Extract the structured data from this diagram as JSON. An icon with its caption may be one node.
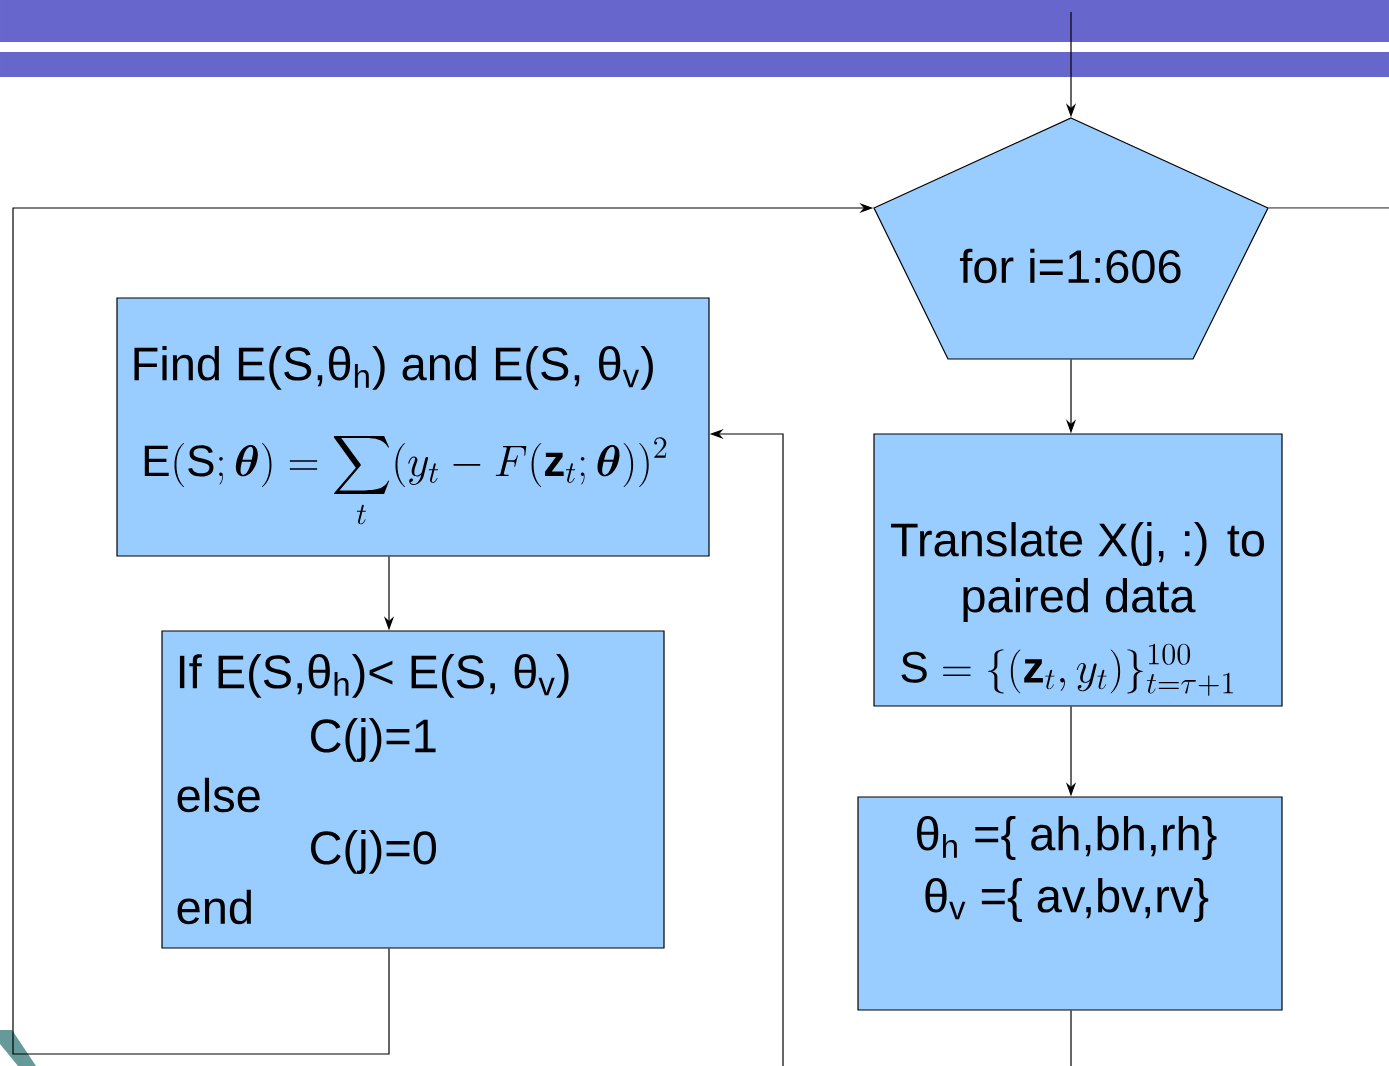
{
  "diagram": {
    "nodes": [
      {
        "text": [
          "for i=1:606"
        ]
      },
      {
        "text": [
          "Find  E(S,θ$_{h}$) and E(S, θ$_{v}$)",
          "\\mathrm{E}(\\mathrm{S};\\boldsymbol{\\theta}) = \\sum_t (y_t - F(\\mathbf{z}_t;\\boldsymbol{\\theta}))^2"
        ]
      },
      {
        "text": [
          "If E(S,θ$_{h}$)< E(S, θ$_{v}$)",
          "C(j)=1",
          "else",
          "C(j)=0",
          "end"
        ]
      },
      {
        "text": [
          "Translate X(j, :) to paired data",
          "\\mathrm{S} = \\{(\\mathbf{z}_t, y_t)\\}_{t=\\tau+1}^{100}"
        ]
      },
      {
        "text": [
          "θ$_{h}$ ={ ah,bh,rh}",
          "θ$_{v}$ ={ av,bv,rv}"
        ]
      }
    ],
    "edges": [
      {
        "from": null,
        "to": 0,
        "arrow": "to"
      },
      {
        "from": 0,
        "to": 3,
        "arrow": "to"
      },
      {
        "from": 3,
        "to": 4,
        "arrow": "to"
      },
      {
        "from": 4,
        "to": null,
        "arrow": "none"
      },
      {
        "from": null,
        "to": 1,
        "arrow": "to"
      },
      {
        "from": 1,
        "to": 2,
        "arrow": "to"
      },
      {
        "from": 2,
        "to": 0,
        "arrow": "to"
      },
      {
        "from": 0,
        "to": null,
        "arrow": "none"
      }
    ]
  }
}
